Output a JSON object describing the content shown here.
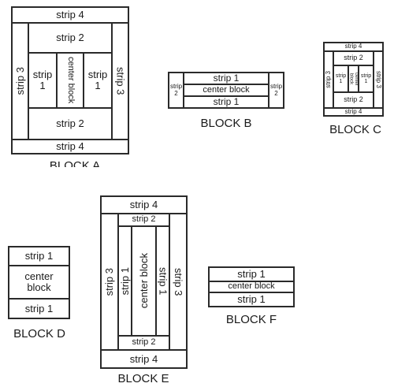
{
  "labels": {
    "strip1": "strip 1",
    "strip2": "strip 2",
    "strip3": "strip 3",
    "strip4": "strip 4",
    "center": "center block",
    "s1": "strip",
    "n1": "1",
    "n2": "2",
    "n3": "3",
    "n4": "4",
    "centerTop": "center",
    "centerBottom": "block"
  },
  "captions": {
    "a": "BLOCK A",
    "b": "BLOCK B",
    "c": "BLOCK C",
    "d": "BLOCK D",
    "e": "BLOCK E",
    "f": "BLOCK F"
  }
}
